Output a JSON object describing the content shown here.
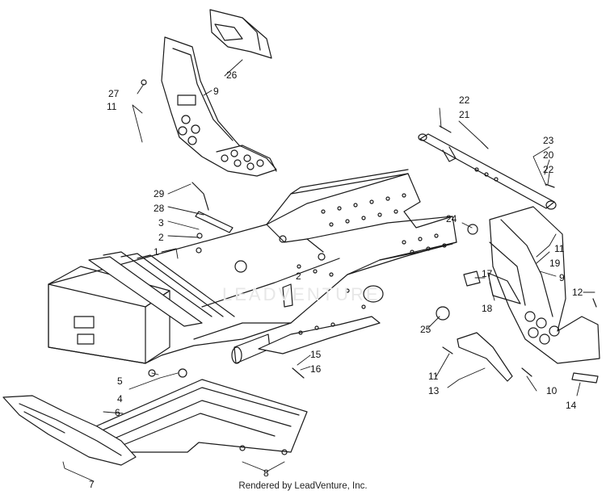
{
  "diagram": {
    "callouts": [
      "1",
      "2",
      "2",
      "3",
      "4",
      "5",
      "6",
      "7",
      "8",
      "9",
      "9",
      "10",
      "11",
      "11",
      "11",
      "12",
      "13",
      "14",
      "15",
      "16",
      "17",
      "18",
      "19",
      "20",
      "21",
      "22",
      "22",
      "23",
      "24",
      "25",
      "26",
      "27",
      "28",
      "29"
    ],
    "watermark": "LEADVENTURE"
  },
  "footer": {
    "credit": "Rendered by LeadVenture, Inc."
  },
  "colors": {
    "line": "#1a1a1a",
    "background": "#ffffff",
    "watermark": "#e7e7e7"
  }
}
